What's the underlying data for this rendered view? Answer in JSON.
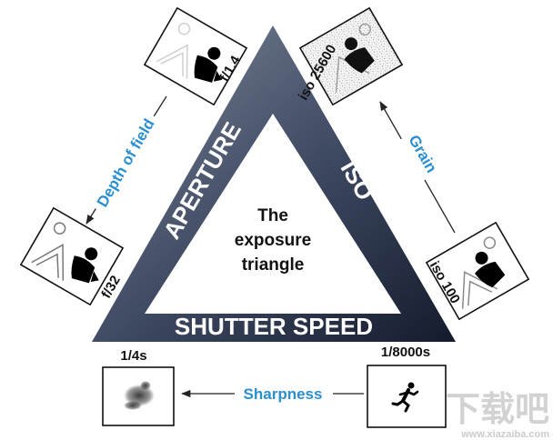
{
  "diagram": {
    "center_title": [
      "The",
      "exposure",
      "triangle"
    ],
    "sides": {
      "left": "APERTURE",
      "right": "ISO",
      "bottom": "SHUTTER SPEED"
    },
    "stops": {
      "aperture_wide": "f/1.4",
      "aperture_narrow": "f/32",
      "iso_high": "iso 25600",
      "iso_low": "iso 100",
      "shutter_slow": "1/4s",
      "shutter_fast": "1/8000s"
    },
    "effects": {
      "aperture": "Depth of field",
      "iso": "Grain",
      "shutter": "Sharpness"
    },
    "colors": {
      "triangle_dark": "#141b2c",
      "triangle_light": "#7d899c",
      "effect_text": "#2a8fd0"
    },
    "watermark": {
      "logo_text": "下载吧",
      "url_text": "www.xiazaiba.com"
    }
  }
}
